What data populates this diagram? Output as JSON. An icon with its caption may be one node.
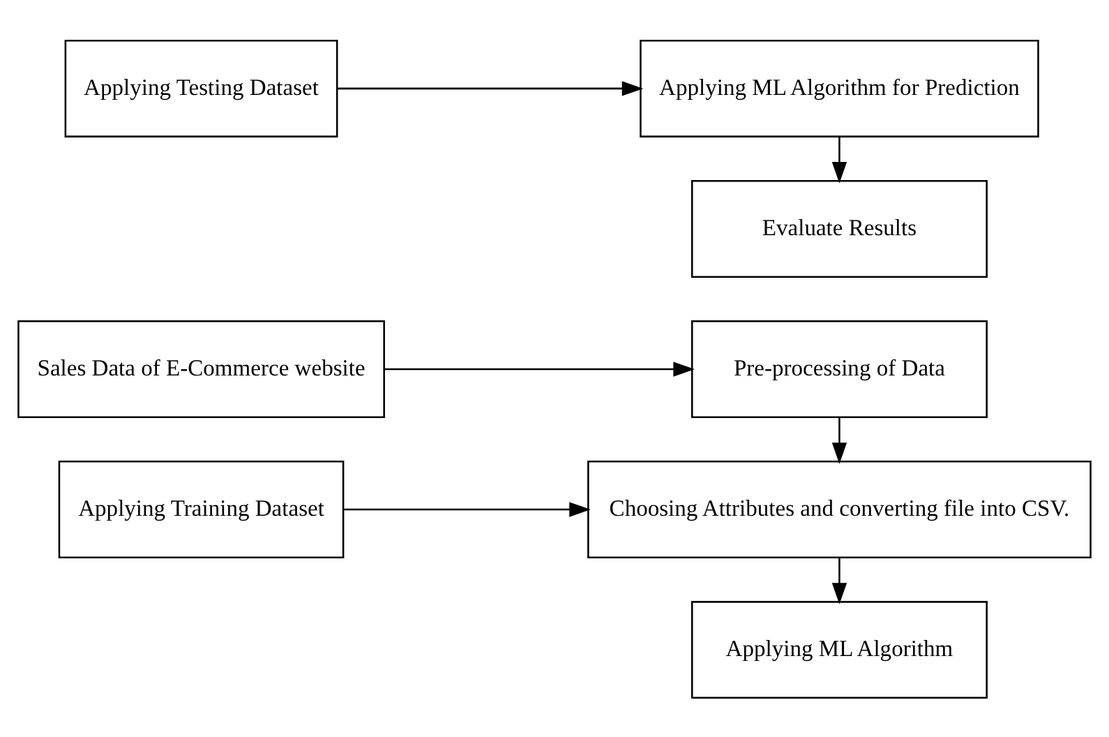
{
  "diagram": {
    "nodes": [
      {
        "text": [
          "Sales Data of E-Commerce website"
        ]
      },
      {
        "text": [
          "Pre-processing of Data"
        ]
      },
      {
        "text": [
          "Applying Training Dataset"
        ]
      },
      {
        "text": [
          "Choosing Attributes and converting file into CSV."
        ]
      },
      {
        "text": [
          "Applying ML Algorithm"
        ]
      },
      {
        "text": [
          "Applying Testing Dataset"
        ]
      },
      {
        "text": [
          "Applying ML Algorithm for Prediction"
        ]
      },
      {
        "text": [
          "Evaluate Results"
        ]
      }
    ],
    "edges": [
      {
        "from": 0,
        "to": 1,
        "arrow": "to"
      },
      {
        "from": 1,
        "to": 3,
        "arrow": "to"
      },
      {
        "from": 2,
        "to": 3,
        "arrow": "to"
      },
      {
        "from": 3,
        "to": 4,
        "arrow": "to"
      },
      {
        "from": 5,
        "to": 6,
        "arrow": "to"
      },
      {
        "from": 6,
        "to": 7,
        "arrow": "to"
      }
    ]
  }
}
